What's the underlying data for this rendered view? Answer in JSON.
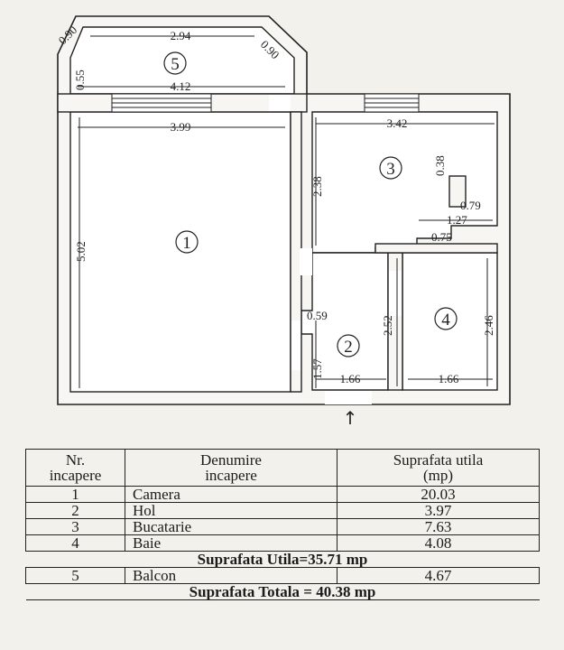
{
  "plan": {
    "rooms": [
      {
        "id": "1"
      },
      {
        "id": "2"
      },
      {
        "id": "3"
      },
      {
        "id": "4"
      },
      {
        "id": "5"
      }
    ],
    "dimensions": {
      "balcony_diag_left": "0.90",
      "balcony_top": "2.94",
      "balcony_diag_right": "0.90",
      "balcony_depth": "0.55",
      "balcony_width": "4.12",
      "room1_width": "3.99",
      "room1_height": "5.02",
      "room3_width": "3.42",
      "room3_height": "2.38",
      "room3_notch_h": "0.38",
      "room3_notch_w": "0.79",
      "room3_step": "1.27",
      "room3_step2": "0.75",
      "hall_niche": "0.59",
      "hall_height": "1.57",
      "hall_width": "1.66",
      "bath_width": "1.66",
      "bath_left_height": "2.52",
      "bath_right_height": "2.46"
    },
    "entry_arrow": "↑"
  },
  "legend": {
    "header": {
      "nr": "Nr.\nincapere",
      "name": "Denumire\nincapere",
      "area": "Suprafata utila\n(mp)"
    },
    "rows": [
      {
        "nr": "1",
        "name": "Camera",
        "area": "20.03"
      },
      {
        "nr": "2",
        "name": "Hol",
        "area": "3.97"
      },
      {
        "nr": "3",
        "name": "Bucatarie",
        "area": "7.63"
      },
      {
        "nr": "4",
        "name": "Baie",
        "area": "4.08"
      }
    ],
    "subtotal": "Suprafata Utila=35.71 mp",
    "balcony_row": {
      "nr": "5",
      "name": "Balcon",
      "area": "4.67"
    },
    "total": "Suprafata Totala = 40.38 mp"
  }
}
